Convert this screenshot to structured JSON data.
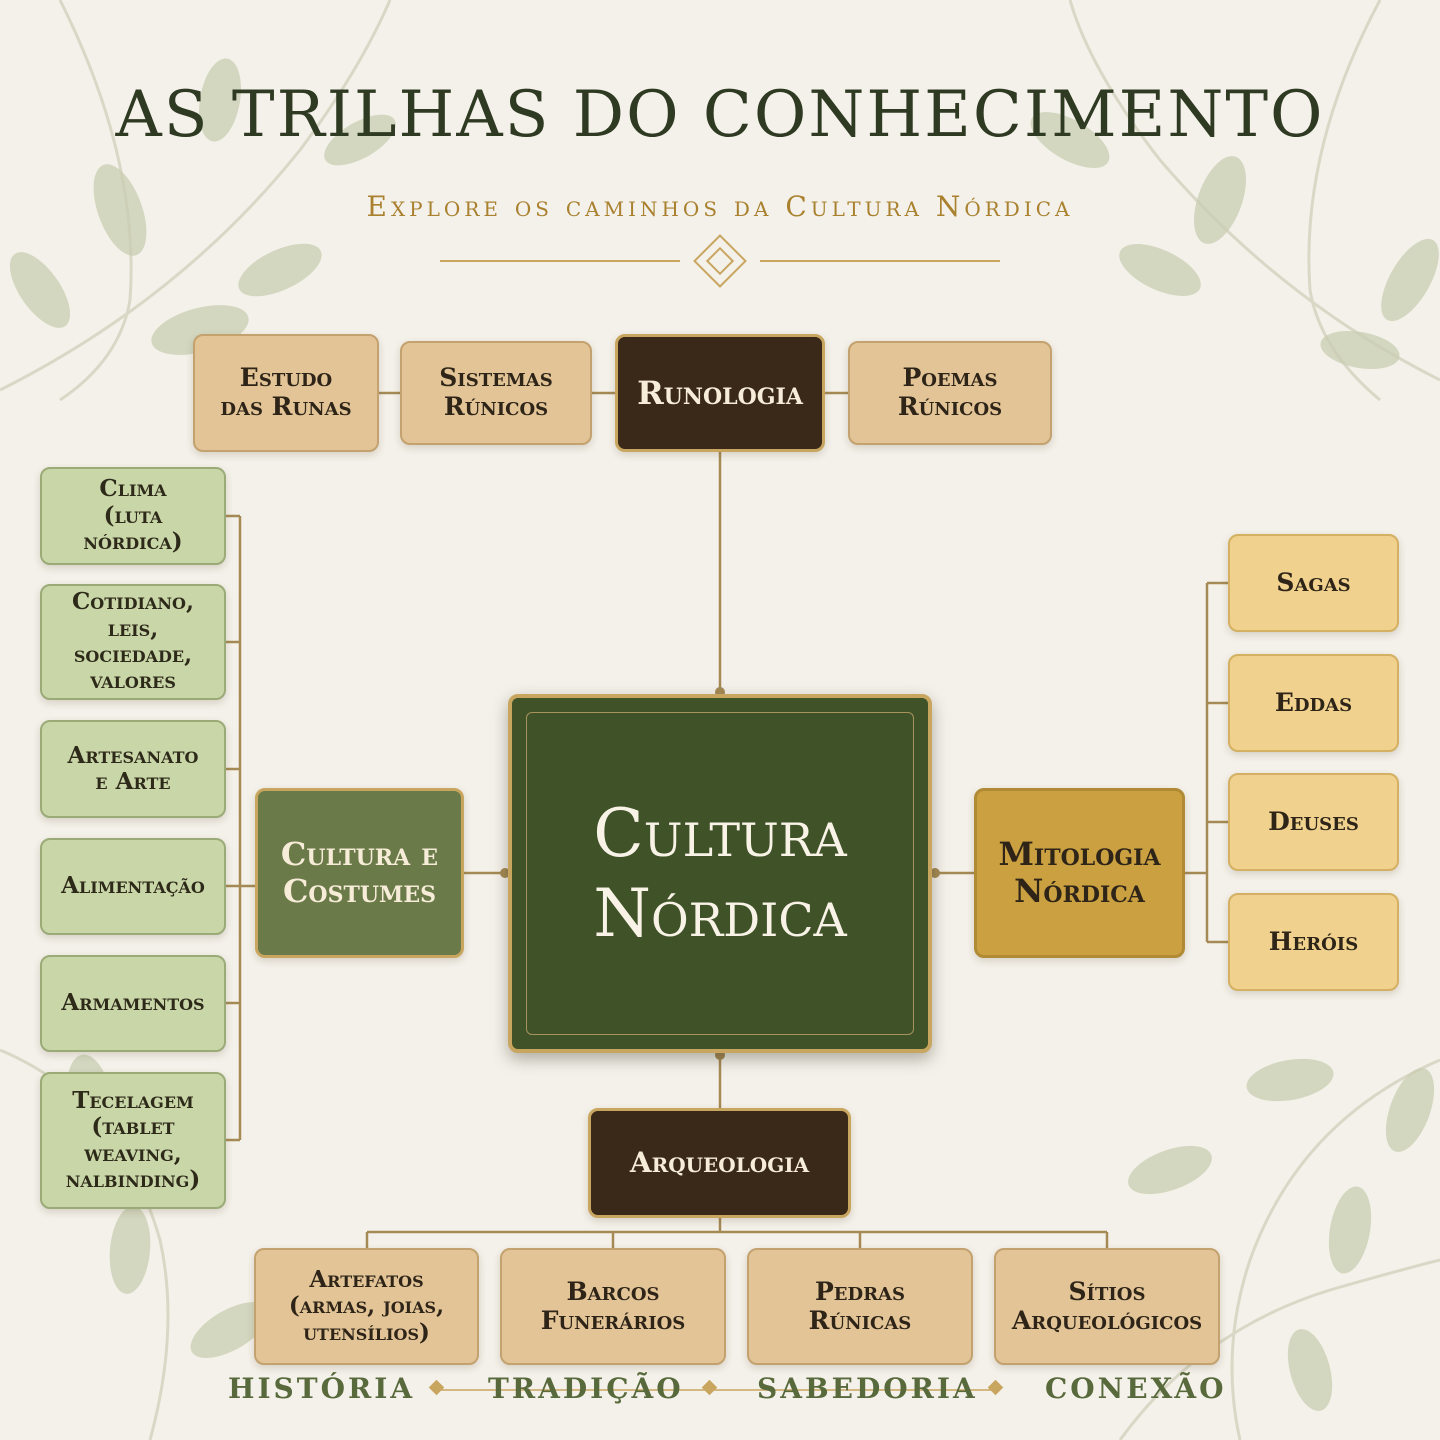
{
  "header": {
    "title": "AS TRILHAS DO CONHECIMENTO",
    "subtitle": "Explore os caminhos da Cultura Nórdica"
  },
  "center": {
    "label": "Cultura\nNórdica"
  },
  "branches": {
    "runologia": {
      "label": "Runologia",
      "children": [
        "Estudo\ndas Runas",
        "Sistemas\nRúnicos",
        "Poemas\nRúnicos"
      ]
    },
    "cultura_costumes": {
      "label": "Cultura e\nCostumes",
      "children": [
        "Clima\n(luta\nnórdica)",
        "Cotidiano,\nleis,\nsociedade,\nvalores",
        "Artesanato\ne Arte",
        "Alimentação",
        "Armamentos",
        "Tecelagem\n(tablet\nweaving,\nnalbinding)"
      ]
    },
    "mitologia": {
      "label": "Mitologia\nNórdica",
      "children": [
        "Sagas",
        "Eddas",
        "Deuses",
        "Heróis"
      ]
    },
    "arqueologia": {
      "label": "Arqueologia",
      "children": [
        "Artefatos\n(armas, joias,\nutensílios)",
        "Barcos\nFunerários",
        "Pedras\nRúnicas",
        "Sítios\nArqueológicos"
      ]
    }
  },
  "footer": [
    "HISTÓRIA",
    "TRADIÇÃO",
    "SABEDORIA",
    "CONEXÃO"
  ],
  "colors": {
    "background": "#f4f1ea",
    "center_green": "#3f5228",
    "runologia_dark": "#3a2818",
    "cultura_olive": "#6a7a48",
    "mitologia_gold": "#caa040",
    "tan_leaf": "#e2c496",
    "green_leaf": "#c9d6a8",
    "yellow_leaf": "#f0d28e",
    "connector": "#a68a55"
  }
}
